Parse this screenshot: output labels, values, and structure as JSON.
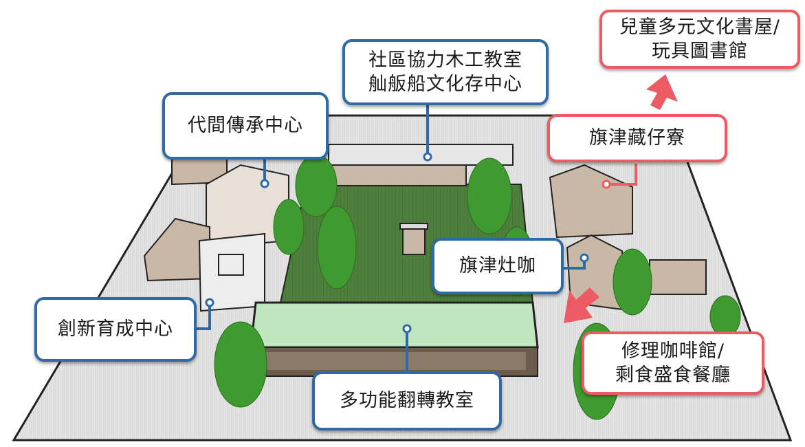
{
  "callouts": {
    "intergenerational_center": "代間傳承中心",
    "woodworking_classroom": "社區協力木工教室\n舢舨船文化存中心",
    "childrens_bookhouse": "兒童多元文化書屋/\n玩具圖書館",
    "cijin_dormitory": "旗津藏仔寮",
    "cijin_cafe": "旗津灶咖",
    "innovation_incubation": "創新育成中心",
    "repair_cafe": "修理咖啡館/\n剩食盛食餐廳",
    "multifunction_classroom": "多功能翻轉教室"
  },
  "colors": {
    "blue_border": "#2f6aa8",
    "red_border": "#ec5a63",
    "lawn": "#4e7f3c",
    "ground": "#e3e3e3",
    "building_wall": "#c9b8a6",
    "glass_roof": "#bfe6bf",
    "tree_green": "#3f9a2f"
  }
}
